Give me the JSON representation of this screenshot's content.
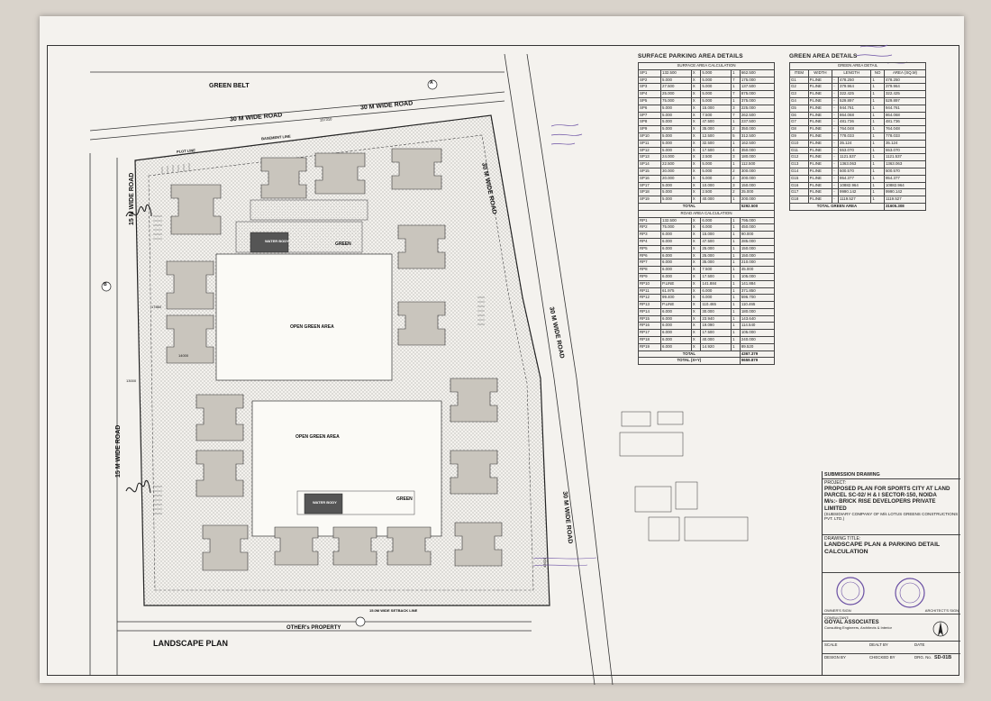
{
  "plan": {
    "title": "LANDSCAPE PLAN",
    "roads": {
      "green_belt": "GREEN BELT",
      "road_30m_top_a": "30 M WIDE ROAD",
      "road_30m_top_b": "30 M WIDE ROAD",
      "road_30m_right_a": "30 M WIDE ROAD",
      "road_30m_right_b": "30 M WIDE ROAD",
      "road_30m_right_c": "30 M WIDE ROAD",
      "road_15m_left_a": "15 M WIDE ROAD",
      "road_15m_left_b": "15 M WIDE ROAD",
      "others_property": "OTHER's PROPERTY"
    },
    "labels": {
      "basement_line": "BASEMENT LINE",
      "plot_line": "PLOT LINE",
      "setback_line": "15.0M WIDE SETBACK LINE",
      "open_green_area": "OPEN GREEN AREA",
      "green": "GREEN",
      "water_body": "WATER BODY",
      "dim_197310": "197310",
      "dim_13000": "13000",
      "dim_17860": "17860",
      "dim_14000": "14000",
      "dim_43920": "43920",
      "section_a": "A",
      "section_b": "B"
    }
  },
  "surface_parking": {
    "title": "SURFACE PARKING AREA DETAILS",
    "calc_title": "SURFACE AREA CALCULATION",
    "rows": [
      [
        "SP1",
        "132.500",
        "X",
        "5.000",
        "1",
        "662.500"
      ],
      [
        "SP2",
        "5.000",
        "X",
        "5.000",
        "7",
        "175.000"
      ],
      [
        "SP3",
        "27.500",
        "X",
        "5.000",
        "1",
        "137.500"
      ],
      [
        "SP4",
        "25.000",
        "X",
        "5.000",
        "7",
        "875.000"
      ],
      [
        "SP5",
        "75.000",
        "X",
        "5.000",
        "1",
        "375.000"
      ],
      [
        "SP6",
        "5.000",
        "X",
        "15.000",
        "3",
        "225.000"
      ],
      [
        "SP7",
        "5.000",
        "X",
        "7.500",
        "7",
        "262.500"
      ],
      [
        "SP8",
        "5.000",
        "X",
        "47.500",
        "1",
        "237.500"
      ],
      [
        "SP9",
        "5.000",
        "X",
        "35.000",
        "2",
        "350.000"
      ],
      [
        "SP10",
        "5.000",
        "X",
        "12.500",
        "5",
        "312.500"
      ],
      [
        "SP11",
        "5.000",
        "X",
        "32.500",
        "1",
        "162.500"
      ],
      [
        "SP12",
        "5.000",
        "X",
        "17.500",
        "4",
        "350.000"
      ],
      [
        "SP13",
        "24.000",
        "X",
        "2.500",
        "3",
        "180.000"
      ],
      [
        "SP14",
        "22.500",
        "X",
        "5.000",
        "1",
        "112.500"
      ],
      [
        "SP15",
        "30.000",
        "X",
        "5.000",
        "2",
        "300.000"
      ],
      [
        "SP16",
        "20.000",
        "X",
        "5.000",
        "2",
        "200.000"
      ],
      [
        "SP17",
        "5.000",
        "X",
        "10.000",
        "3",
        "150.000"
      ],
      [
        "SP18",
        "5.000",
        "X",
        "2.500",
        "2",
        "25.000"
      ],
      [
        "SP19",
        "5.000",
        "X",
        "40.000",
        "1",
        "200.000"
      ]
    ],
    "total_label": "TOTAL",
    "total_value": "5292.500",
    "road_title": "ROAD AREA CALCULATION",
    "road_rows": [
      [
        "RP1",
        "132.500",
        "X",
        "6.000",
        "1",
        "795.000"
      ],
      [
        "RP2",
        "75.000",
        "X",
        "6.000",
        "1",
        "450.000"
      ],
      [
        "RP3",
        "6.000",
        "X",
        "15.000",
        "1",
        "90.000"
      ],
      [
        "RP4",
        "6.000",
        "X",
        "47.500",
        "1",
        "285.000"
      ],
      [
        "RP5",
        "6.000",
        "X",
        "25.000",
        "1",
        "150.000"
      ],
      [
        "RP6",
        "6.000",
        "X",
        "25.000",
        "1",
        "150.000"
      ],
      [
        "RP7",
        "6.000",
        "X",
        "35.000",
        "1",
        "210.000"
      ],
      [
        "RP8",
        "6.000",
        "X",
        "7.500",
        "1",
        "45.000"
      ],
      [
        "RP9",
        "6.000",
        "X",
        "17.500",
        "1",
        "105.000"
      ],
      [
        "RP10",
        "P.LINE",
        "X",
        "141.884",
        "1",
        "141.884"
      ],
      [
        "RP11",
        "61.975",
        "X",
        "6.000",
        "1",
        "371.850"
      ],
      [
        "RP12",
        "99.400",
        "X",
        "6.000",
        "1",
        "596.700"
      ],
      [
        "RP13",
        "P.LINE",
        "X",
        "110.465",
        "1",
        "110.465"
      ],
      [
        "RP14",
        "6.000",
        "X",
        "30.000",
        "1",
        "180.000"
      ],
      [
        "RP15",
        "6.000",
        "X",
        "23.940",
        "1",
        "143.640"
      ],
      [
        "RP16",
        "6.000",
        "X",
        "19.090",
        "1",
        "114.540"
      ],
      [
        "RP17",
        "6.000",
        "X",
        "17.500",
        "1",
        "105.000"
      ],
      [
        "RP18",
        "6.000",
        "X",
        "40.000",
        "1",
        "240.000"
      ],
      [
        "RP19",
        "6.000",
        "X",
        "14.920",
        "1",
        "89.520"
      ]
    ],
    "road_total_label": "TOTAL",
    "road_total_value": "4367.379",
    "grand_total_label": "TOTAL (X+Y)",
    "grand_total_value": "9659.879"
  },
  "green_area": {
    "title": "GREEN AREA DETAILS",
    "calc_title": "GREEN AREA DETAIL",
    "headers": [
      "ITEM",
      "WIDTH",
      "LENGTH",
      "NO",
      "AREA (SQ.M)"
    ],
    "rows": [
      [
        "G1",
        "P.LINE",
        "-",
        "478.250",
        "1",
        "478.250"
      ],
      [
        "G2",
        "P.LINE",
        "-",
        "379.964",
        "1",
        "379.964"
      ],
      [
        "G3",
        "P.LINE",
        "-",
        "322.425",
        "1",
        "322.425"
      ],
      [
        "G4",
        "P.LINE",
        "-",
        "529.897",
        "1",
        "529.897"
      ],
      [
        "G5",
        "P.LINE",
        "-",
        "944.761",
        "1",
        "944.761"
      ],
      [
        "G6",
        "P.LINE",
        "-",
        "864.068",
        "1",
        "864.068"
      ],
      [
        "G7",
        "P.LINE",
        "-",
        "481.736",
        "1",
        "481.736"
      ],
      [
        "G8",
        "P.LINE",
        "-",
        "764.048",
        "1",
        "764.048"
      ],
      [
        "G9",
        "P.LINE",
        "-",
        "778.033",
        "1",
        "778.033"
      ],
      [
        "G10",
        "P.LINE",
        "-",
        "35.124",
        "1",
        "35.124"
      ],
      [
        "G11",
        "P.LINE",
        "-",
        "553.070",
        "1",
        "553.070"
      ],
      [
        "G12",
        "P.LINE",
        "-",
        "1121.537",
        "1",
        "1121.537"
      ],
      [
        "G13",
        "P.LINE",
        "-",
        "1363.063",
        "1",
        "1363.063"
      ],
      [
        "G14",
        "P.LINE",
        "-",
        "500.570",
        "1",
        "500.570"
      ],
      [
        "G15",
        "P.LINE",
        "-",
        "954.377",
        "1",
        "954.377"
      ],
      [
        "G16",
        "P.LINE",
        "-",
        "10882.964",
        "1",
        "10882.964"
      ],
      [
        "G17",
        "P.LINE",
        "-",
        "9990.142",
        "1",
        "9990.142"
      ],
      [
        "G18",
        "P.LINE",
        "-",
        "1119.527",
        "1",
        "1119.527"
      ]
    ],
    "total_label": "TOTAL GREEN AREA",
    "total_value": "31605.308"
  },
  "title_block": {
    "submission": "SUBMISSION DRAWING",
    "project_label": "PROJECT:",
    "project": "PROPOSED PLAN FOR SPORTS CITY AT LAND PARCEL SC-02/ H & I SECTOR-150, NOIDA",
    "owner": "M/s:- BRICK RISE DEVELOPERS PRIVATE LIMITED",
    "owner_sub": "(SUBSIDIARY COMPANY OF M/s LOTUS GREENS CONSTRUCTIONS PVT. LTD.)",
    "drawing_title_label": "DRAWING TITLE:",
    "drawing_title": "LANDSCAPE PLAN & PARKING DETAIL CALCULATION",
    "owner_sign": "OWNER'S SIGN",
    "architect_sign": "ARCHITECT'S SIGN",
    "consultant_label": "CONSULTANT:",
    "consultant": "GOYAL ASSOCIATES",
    "consultant_sub": "Consulting Engineers, Architects & Interior",
    "scale": "SCALE",
    "dealt_by": "DEALT BY",
    "date": "DATE",
    "design_by": "DESIGN BY",
    "checked_by": "CHECKED BY",
    "drg_no_label": "DRG. No.",
    "drg_no": "SD-01B"
  },
  "colors": {
    "stamp": "#6a4fa3",
    "ink": "#222222",
    "paper": "#f4f2ee"
  }
}
